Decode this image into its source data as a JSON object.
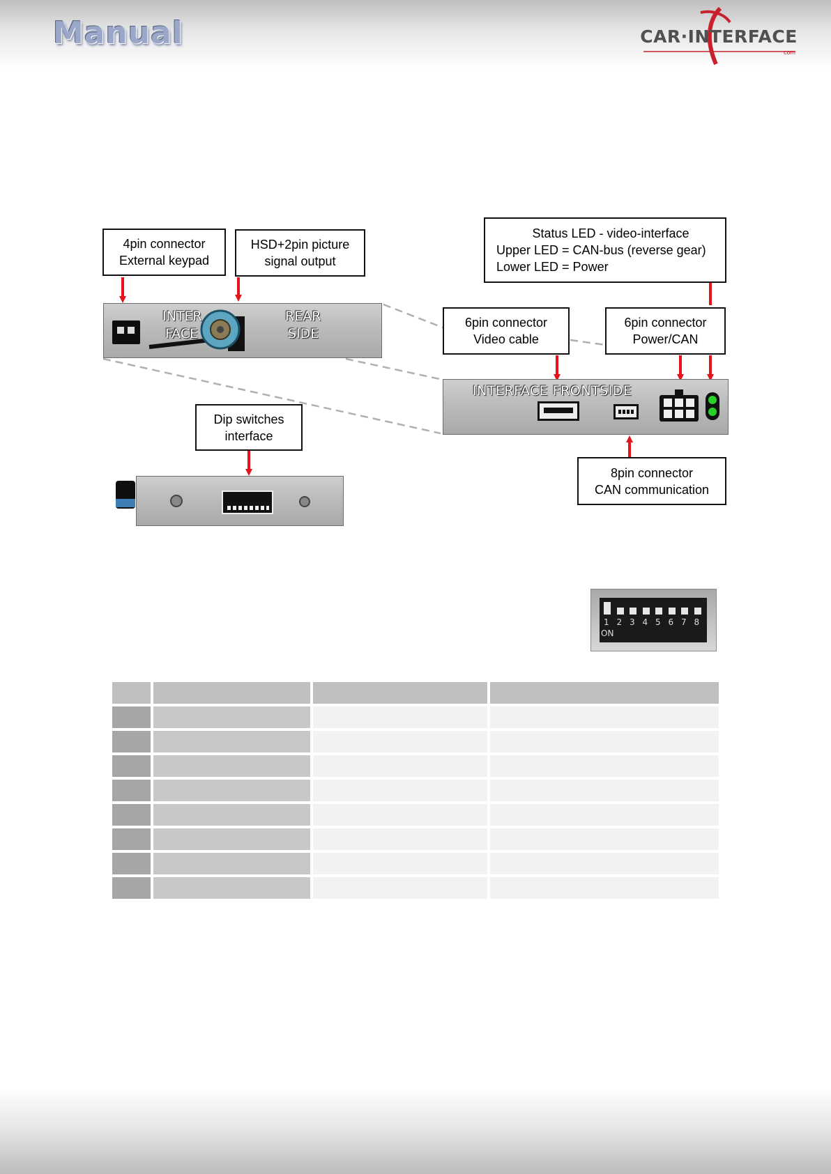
{
  "header": {
    "title": "Manual",
    "logo_text": "CAR·INTERFACE",
    "logo_sub": "com"
  },
  "callouts": {
    "keypad": {
      "line1": "4pin connector",
      "line2": "External keypad"
    },
    "hsd": {
      "line1": "HSD+2pin picture",
      "line2": "signal output"
    },
    "status_led": {
      "line1": "Status LED - video-interface",
      "line2": "Upper LED = CAN-bus (reverse gear)",
      "line3": "Lower LED = Power"
    },
    "video_cable": {
      "line1": "6pin connector",
      "line2": "Video cable"
    },
    "power_can": {
      "line1": "6pin connector",
      "line2": "Power/CAN"
    },
    "dip": {
      "line1": "Dip switches",
      "line2": "interface"
    },
    "can_comm": {
      "line1": "8pin connector",
      "line2": "CAN communication"
    }
  },
  "panels": {
    "rear": {
      "left_label_1": "INTER",
      "left_label_2": "FACE",
      "right_label_1": "REAR",
      "right_label_2": "SIDE"
    },
    "front": {
      "label": "INTERFACE FRONTSIDE"
    }
  },
  "dip_photo": {
    "numbers": [
      "1",
      "2",
      "3",
      "4",
      "5",
      "6",
      "7",
      "8"
    ],
    "on_label": "ON"
  },
  "colors": {
    "arrow": "#e3141c",
    "led": "#2bd12b",
    "panel": "#bdbdbd"
  }
}
